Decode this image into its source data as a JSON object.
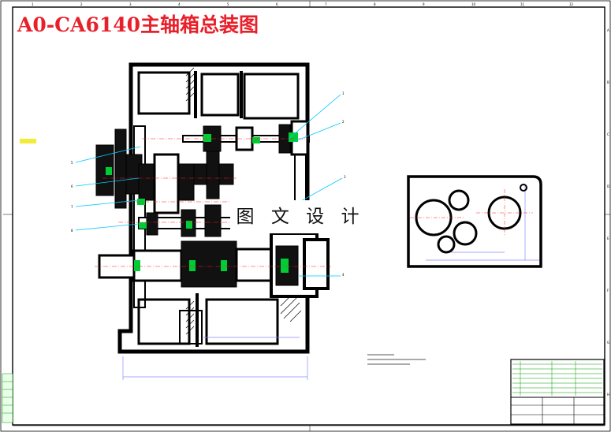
{
  "drawing": {
    "title": "A0-CA6140主轴箱总装图",
    "watermark": "图 文 设 计",
    "colors": {
      "title": "#e8202a",
      "outline": "#000000",
      "leader": "#00c8ff",
      "highlight": "#00cc33",
      "centerline": "#ff2020",
      "dimension": "#8a8aff",
      "table": "#009900"
    },
    "frame_numbers_top": [
      "1",
      "2",
      "3",
      "4",
      "5",
      "6",
      "7",
      "8",
      "9",
      "10",
      "11",
      "12"
    ],
    "frame_letters_side": [
      "A",
      "B",
      "C",
      "D",
      "E",
      "F",
      "G",
      "H"
    ],
    "part_labels": [
      "1",
      "2",
      "3",
      "4",
      "5",
      "6",
      "7",
      "8"
    ]
  }
}
